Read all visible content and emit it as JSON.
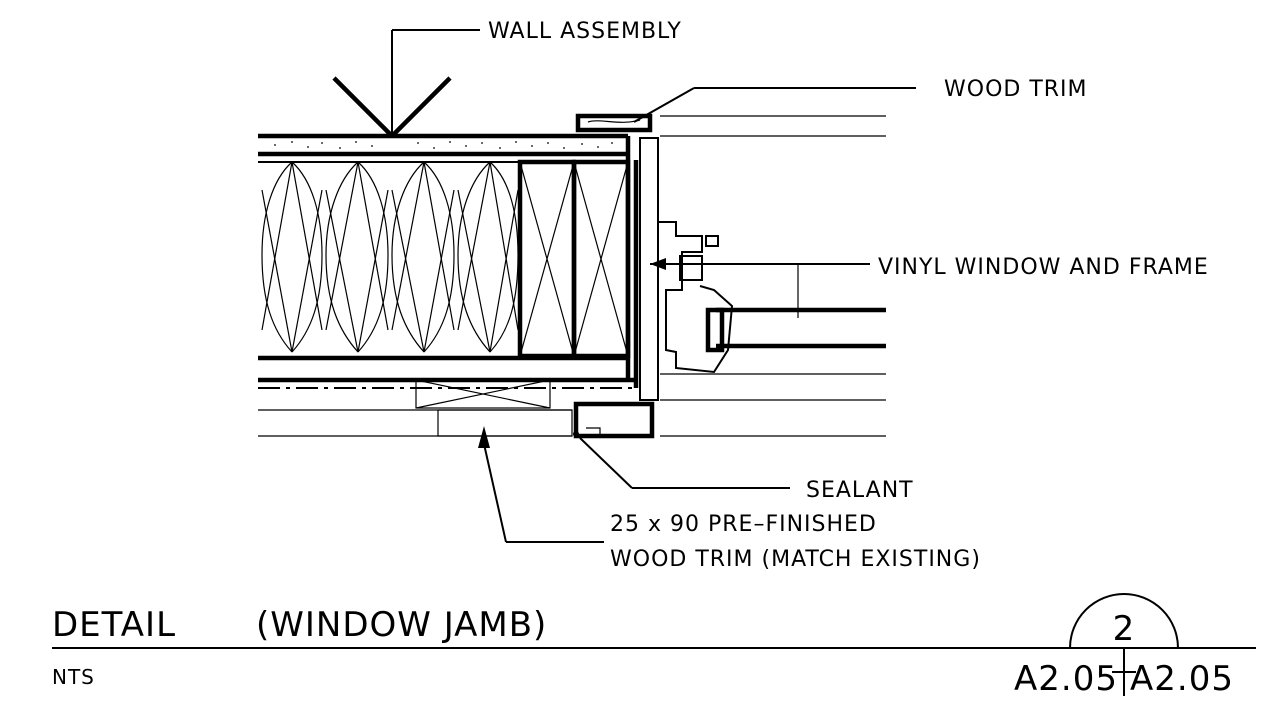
{
  "callouts": {
    "wall_assembly": "WALL ASSEMBLY",
    "wood_trim": "WOOD TRIM",
    "vinyl_window": "VINYL WINDOW AND FRAME",
    "sealant": "SEALANT",
    "trim_line1": "25 x 90 PRE–FINISHED",
    "trim_line2": "WOOD TRIM (MATCH EXISTING)"
  },
  "title_block": {
    "detail": "DETAIL",
    "name": "(WINDOW JAMB)",
    "scale": "NTS",
    "detail_number": "2",
    "sheet_left": "A2.05",
    "sheet_right": "A2.05"
  }
}
